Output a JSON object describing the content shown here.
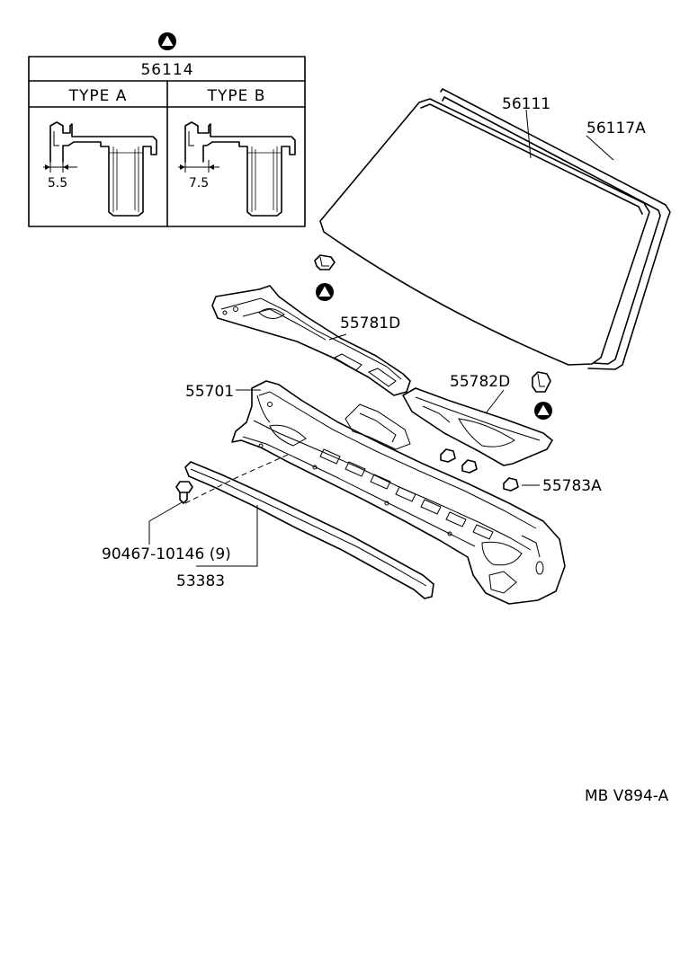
{
  "inset": {
    "part_number": "56114",
    "type_a_label": "TYPE  A",
    "type_b_label": "TYPE  B",
    "type_a_dimension": "5.5",
    "type_b_dimension": "7.5",
    "marker_icon": "triangle-in-circle-icon"
  },
  "callouts": {
    "windshield_glass": "56111",
    "windshield_moulding": "56117A",
    "cowl_top_vent_lh": "55781D",
    "cowl_top_vent_rh": "55782D",
    "cowl_panel": "55701",
    "cowl_plug": "55783A",
    "clip": "90467-10146 (9)",
    "seal": "53383"
  },
  "diagram_code": "MB  V894-A"
}
